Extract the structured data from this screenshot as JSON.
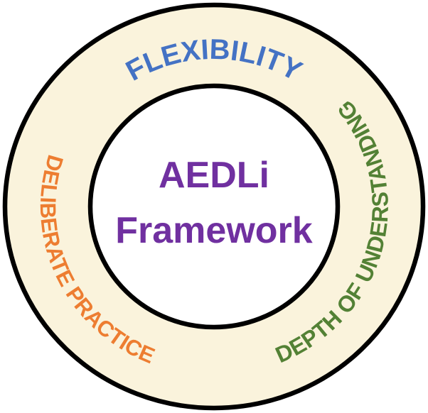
{
  "diagram": {
    "center": {
      "line1": "AEDLi",
      "line2": "Framework",
      "color": "#7030A0"
    },
    "ring": {
      "fill": "#FAF3DC",
      "stroke": "#000000",
      "inner_fill": "#FFFFFF",
      "labels": [
        {
          "text": "FLEXIBILITY",
          "color": "#4472C4",
          "position": "top"
        },
        {
          "text": "DEPTH OF UNDERSTANDING",
          "color": "#538135",
          "position": "right"
        },
        {
          "text": "DELIBERATE PRACTICE",
          "color": "#ED7D31",
          "position": "left"
        }
      ]
    }
  }
}
